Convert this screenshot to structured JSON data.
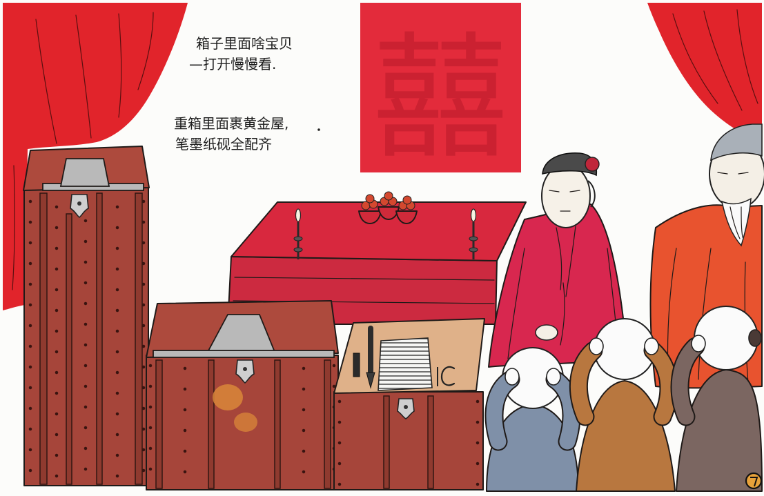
{
  "captions": {
    "line1": "箱子里面啥宝贝",
    "line2": "—打开慢慢看.",
    "line3": "重箱里面裹黄金屋,",
    "line4": "笔墨纸砚全配齐"
  },
  "banner": {
    "character": "囍"
  },
  "colors": {
    "curtain": "#e1242b",
    "banner": "#e32b3b",
    "banner_char": "#b81a29",
    "wood": "#a6453a",
    "wood_lid": "#ad4a3d",
    "table_top": "#d8283e",
    "table_front": "#cc2a40",
    "robe_man": "#d8274f",
    "robe_elder": "#e8532f",
    "kid_gray": "#7f90a8",
    "kid_brown": "#b8773f",
    "kid_dark": "#7b6661",
    "book_lid": "#dfb189",
    "stain": "#d9873a"
  }
}
